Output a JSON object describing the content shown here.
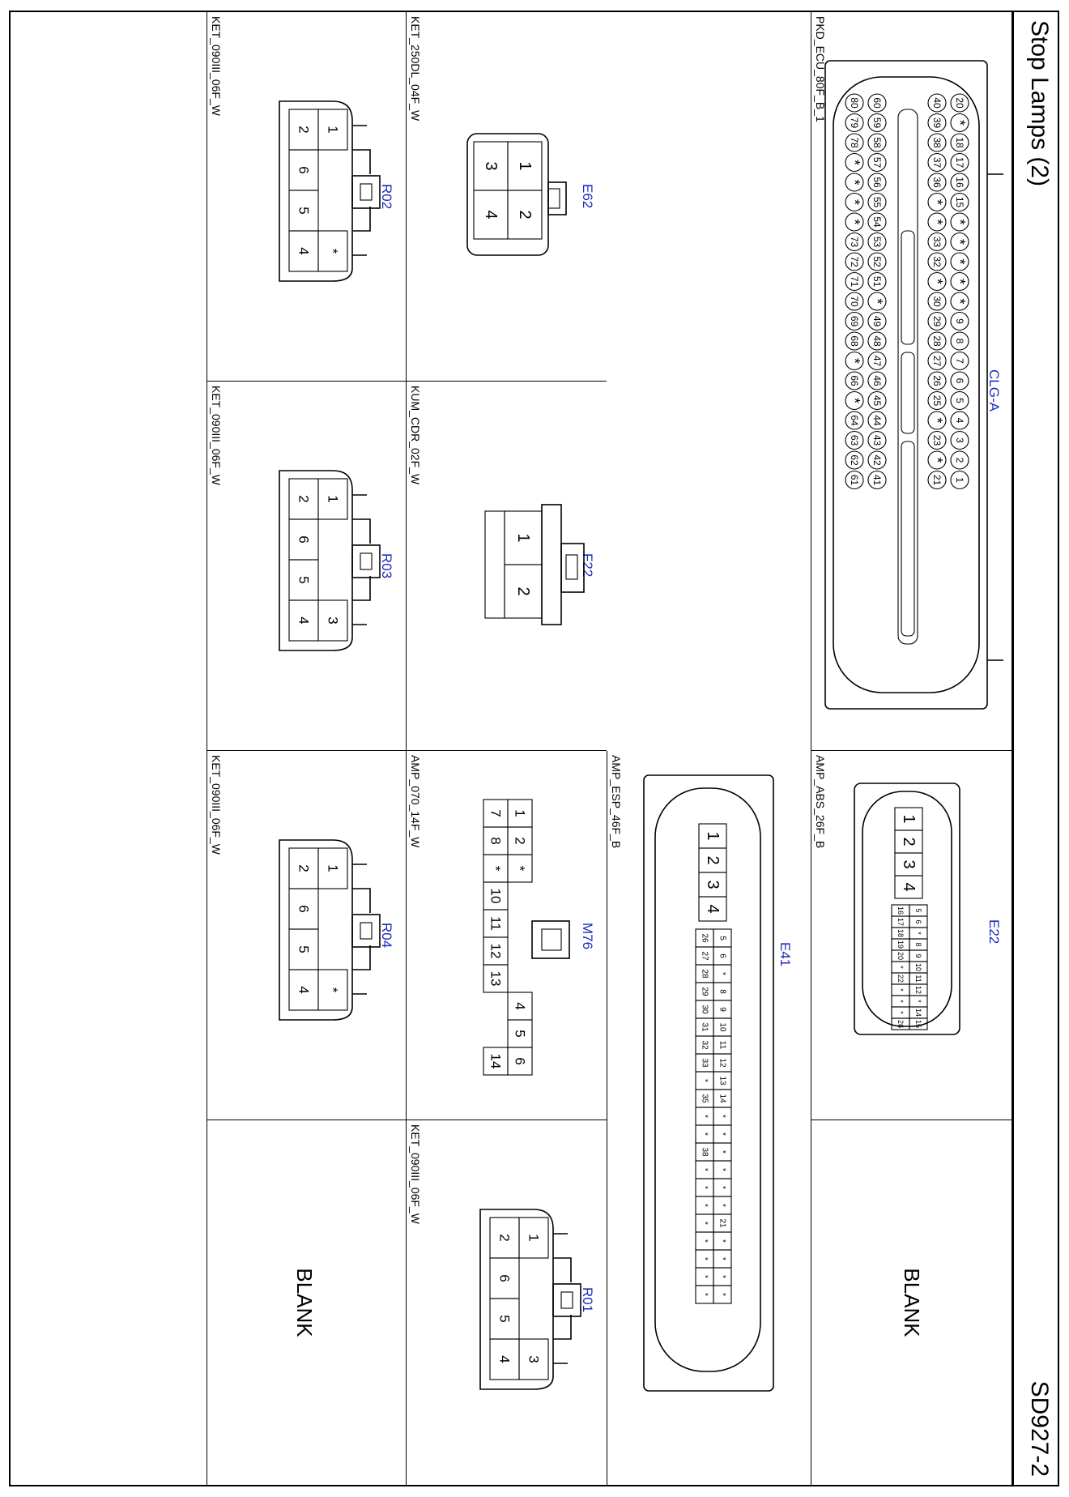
{
  "header": {
    "title": "Stop Lamps (2)",
    "sheet_id": "SD927-2"
  },
  "connectors": {
    "clga": {
      "code": "CLG-A",
      "part": "PKD_ECU_80F_B_1",
      "rows": [
        [
          "1",
          "2",
          "3",
          "4",
          "5",
          "6",
          "7",
          "8",
          "9",
          "*",
          "*",
          "*",
          "*",
          "*",
          "15",
          "16",
          "17",
          "18",
          "*",
          "20"
        ],
        [
          "21",
          "*",
          "23",
          "*",
          "25",
          "26",
          "27",
          "28",
          "29",
          "30",
          "*",
          "32",
          "33",
          "*",
          "*",
          "36",
          "37",
          "38",
          "39",
          "40"
        ],
        [
          "41",
          "42",
          "43",
          "44",
          "45",
          "46",
          "47",
          "48",
          "49",
          "*",
          "51",
          "52",
          "53",
          "54",
          "55",
          "56",
          "57",
          "58",
          "59",
          "60"
        ],
        [
          "61",
          "62",
          "63",
          "64",
          "*",
          "66",
          "*",
          "68",
          "69",
          "70",
          "71",
          "72",
          "73",
          "*",
          "*",
          "*",
          "*",
          "78",
          "79",
          "80"
        ]
      ]
    },
    "e22": {
      "code": "E22",
      "part": "AMP_ABS_26F_B",
      "big": [
        "1",
        "2",
        "3",
        "4"
      ],
      "small": [
        [
          "5",
          "6",
          "*",
          "8",
          "9",
          "10",
          "11",
          "12",
          "*",
          "14",
          "15"
        ],
        [
          "16",
          "17",
          "18",
          "19",
          "20",
          "*",
          "22",
          "*",
          "*",
          "*",
          "26"
        ]
      ]
    },
    "e41": {
      "code": "E41",
      "part": "AMP_ESP_46F_B",
      "big": [
        "1",
        "2",
        "3",
        "4"
      ],
      "small": [
        [
          "5",
          "6",
          "*",
          "8",
          "9",
          "10",
          "11",
          "12",
          "13",
          "14",
          "*",
          "*",
          "*",
          "*",
          "*",
          "*",
          "21",
          "*",
          "*",
          "*",
          "*"
        ],
        [
          "26",
          "27",
          "28",
          "29",
          "30",
          "31",
          "32",
          "33",
          "*",
          "35",
          "*",
          "*",
          "38",
          "*",
          "*",
          "*",
          "*",
          "*",
          "*",
          "*",
          "*"
        ]
      ]
    },
    "r02": {
      "code": "R02",
      "part": "KET_090III_06F_W",
      "pins": [
        [
          "1",
          "*"
        ],
        [
          "2",
          "6"
        ],
        [
          "",
          "5"
        ],
        [
          "",
          "4"
        ]
      ]
    },
    "r03": {
      "code": "R03",
      "part": "KET_090III_06F_W",
      "pins": [
        "1",
        "2",
        "3",
        "4",
        "5",
        "6"
      ]
    },
    "r04": {
      "code": "R04",
      "part": "KET_090III_06F_W",
      "pins": [
        "1",
        "2",
        "*",
        "4",
        "5",
        "6"
      ]
    },
    "r01": {
      "code": "R01",
      "part": "KET_090III_06F_W",
      "pins": [
        "1",
        "2",
        "3",
        "4",
        "5",
        "6"
      ]
    },
    "e62": {
      "code": "E62",
      "part": "KET_250DL_04F_W",
      "pins": [
        "1",
        "2",
        "3",
        "4"
      ]
    },
    "f22": {
      "code": "F22",
      "part": "KUM_CDR_02F_W",
      "pins": [
        "1",
        "2"
      ]
    },
    "m76": {
      "code": "M76",
      "part": "AMP_070_14F_W",
      "pins": [
        "1",
        "2",
        "*",
        "4",
        "5",
        "6",
        "7",
        "8",
        "*",
        "10",
        "11",
        "12",
        "13",
        "14"
      ]
    }
  },
  "blank": {
    "label": "BLANK"
  }
}
